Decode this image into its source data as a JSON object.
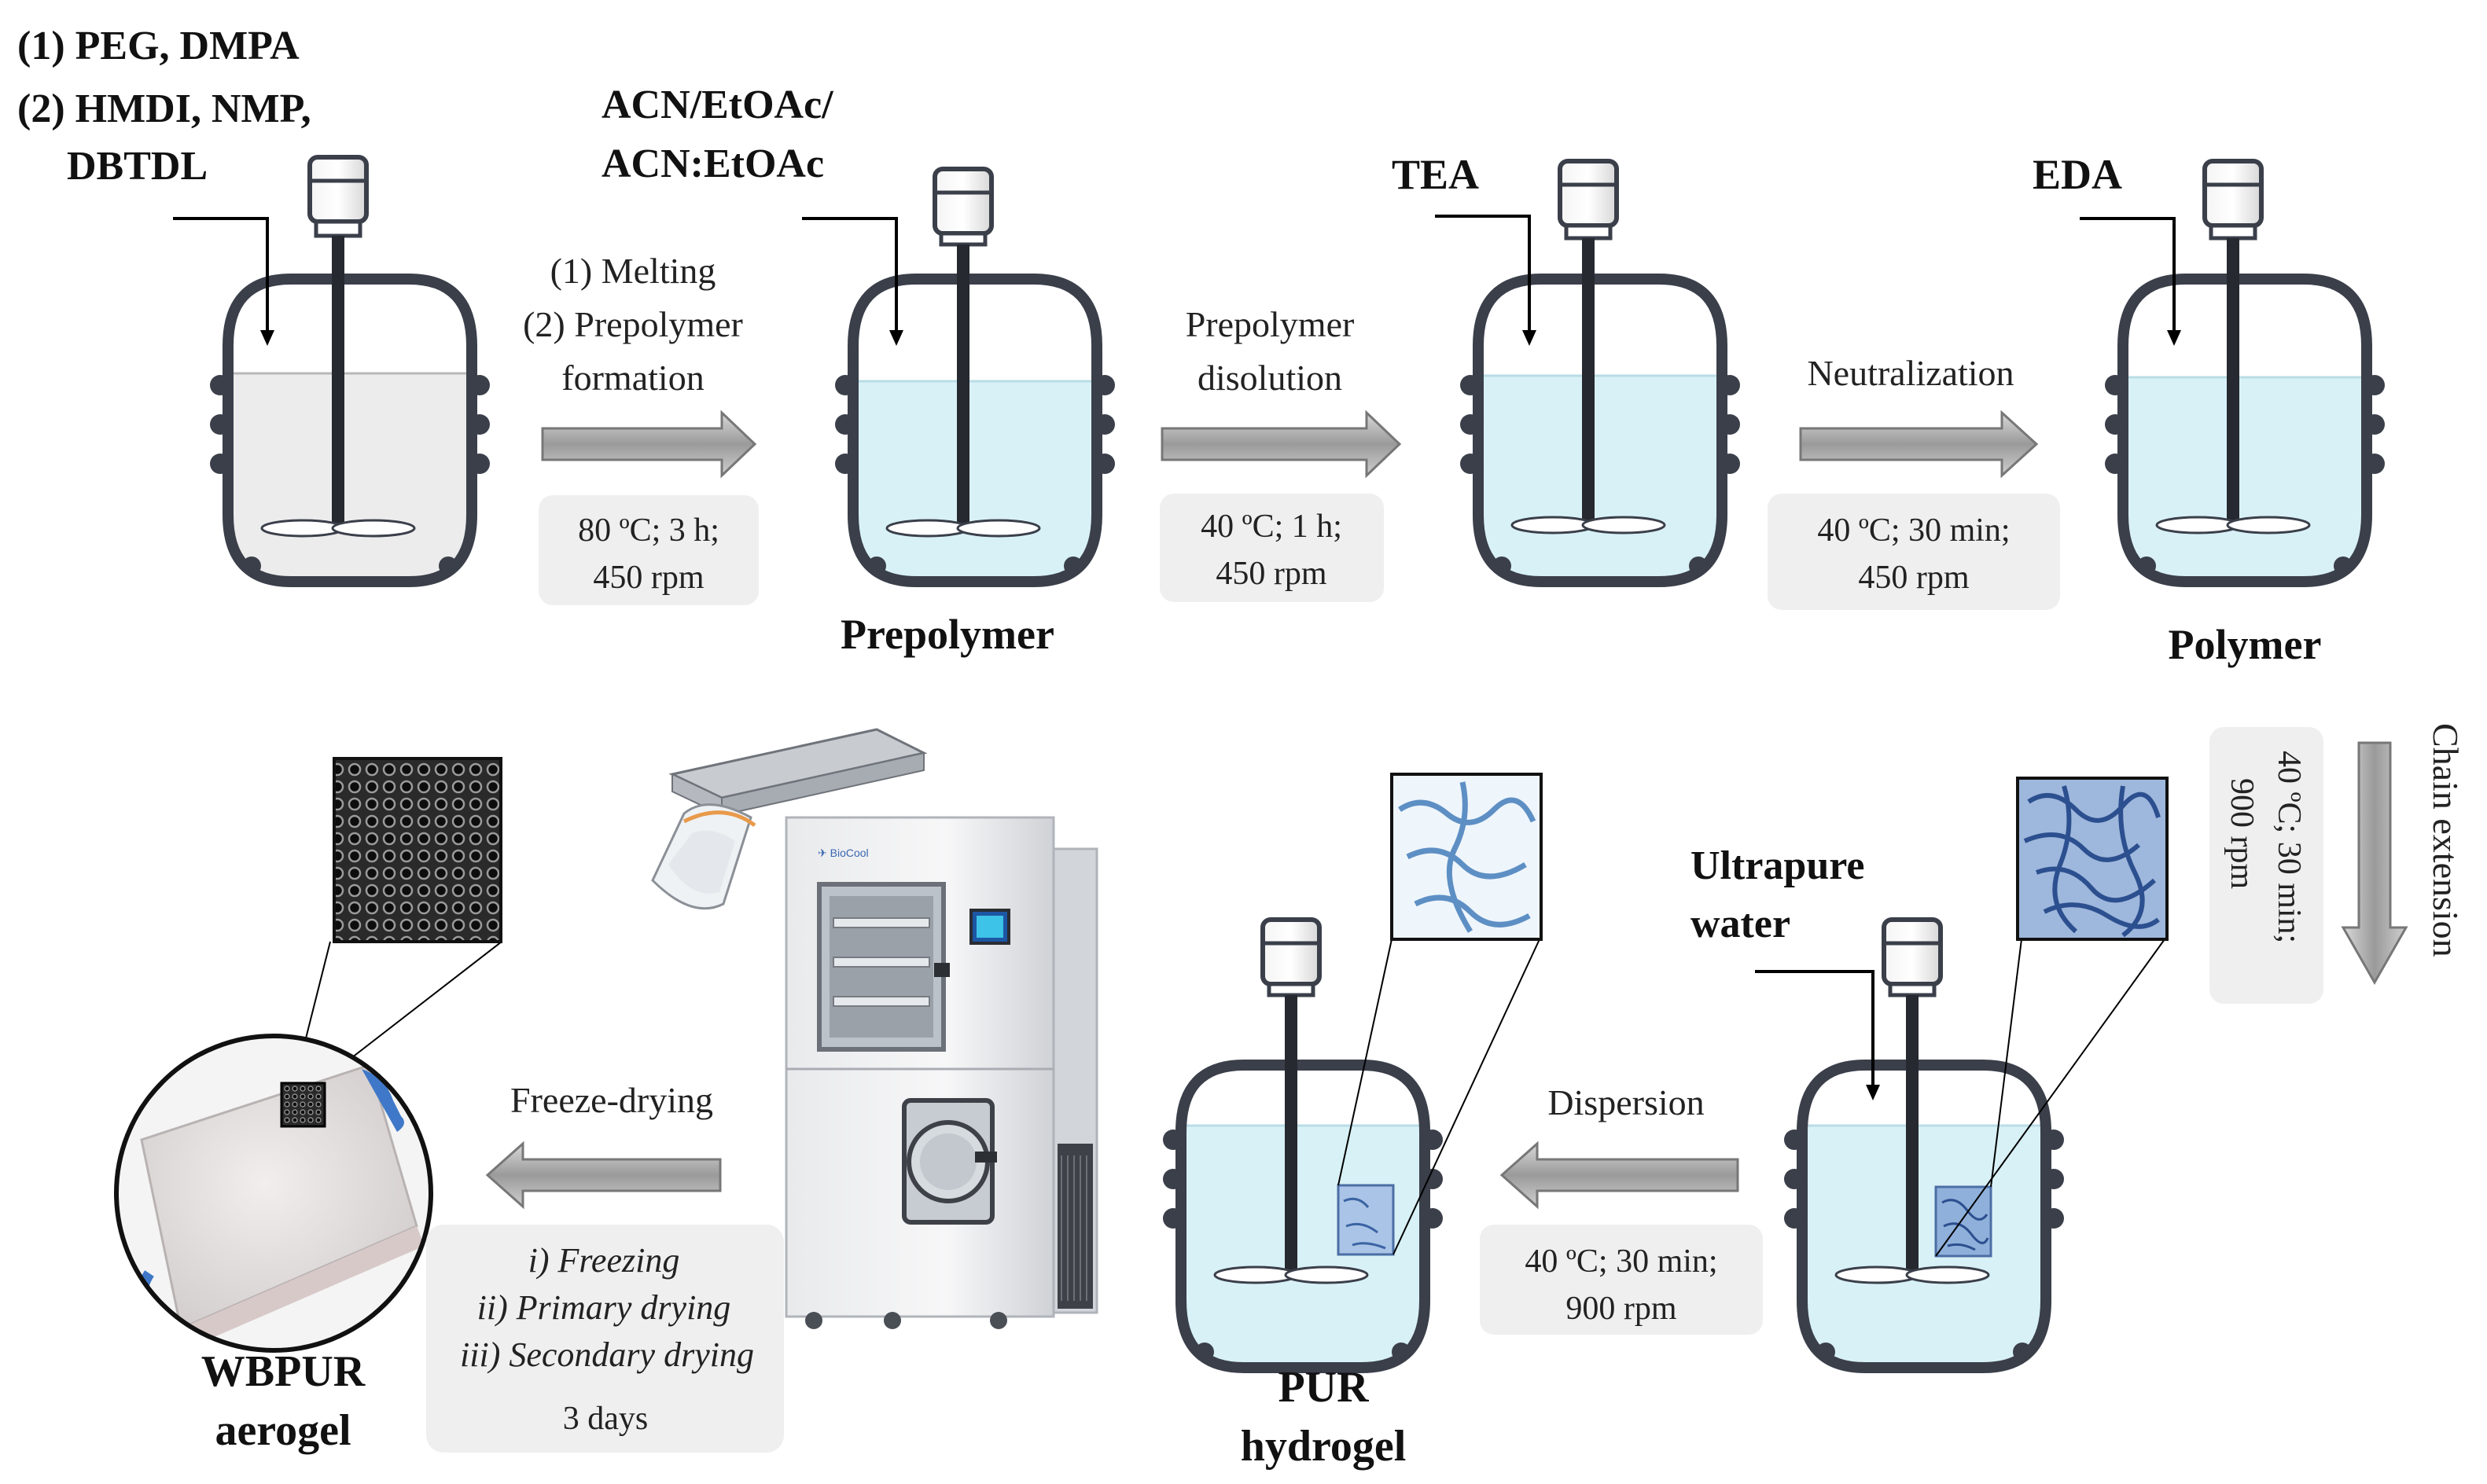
{
  "reagents": {
    "r1_line1": "(1) PEG, DMPA",
    "r1_line2": "(2) HMDI, NMP,",
    "r1_line3": "DBTDL",
    "r2_line1": "ACN/EtOAc/",
    "r2_line2": "ACN:EtOAc",
    "r3": "TEA",
    "r4": "EDA",
    "r6_line1": "Ultrapure",
    "r6_line2": "water"
  },
  "steps": {
    "s1_line1": "(1) Melting",
    "s1_line2": "(2) Prepolymer",
    "s1_line3": "formation",
    "s1_cond1": "80 ºC; 3 h;",
    "s1_cond2": "450 rpm",
    "s2_line1": "Prepolymer",
    "s2_line2": "disolution",
    "s2_cond1": "40 ºC; 1 h;",
    "s2_cond2": "450 rpm",
    "s3_line1": "Neutralization",
    "s3_cond1": "40 ºC; 30 min;",
    "s3_cond2": "450 rpm",
    "s4_line1": "Chain extension",
    "s4_cond1": "40 ºC; 30 min;",
    "s4_cond2": "900 rpm",
    "s5_line1": "Dispersion",
    "s5_cond1": "40 ºC; 30 min;",
    "s5_cond2": "900 rpm",
    "s6_line1": "Freeze-drying",
    "s6_cond1": "i) Freezing",
    "s6_cond2": "ii) Primary drying",
    "s6_cond3": "iii) Secondary drying",
    "s6_cond4": "3 days"
  },
  "products": {
    "prepolymer": "Prepolymer",
    "polymer": "Polymer",
    "hydrogel_line1": "PUR",
    "hydrogel_line2": "hydrogel",
    "aerogel_line1": "WBPUR",
    "aerogel_line2": "aerogel"
  },
  "colors": {
    "liquid": "#d8f1f6",
    "liquid_grey": "#ececec",
    "vessel": "#3a3f4a",
    "arrow_fill": "#a8a8a8",
    "cond_box": "#efefef",
    "polymer_blue": "#4e79b8"
  }
}
